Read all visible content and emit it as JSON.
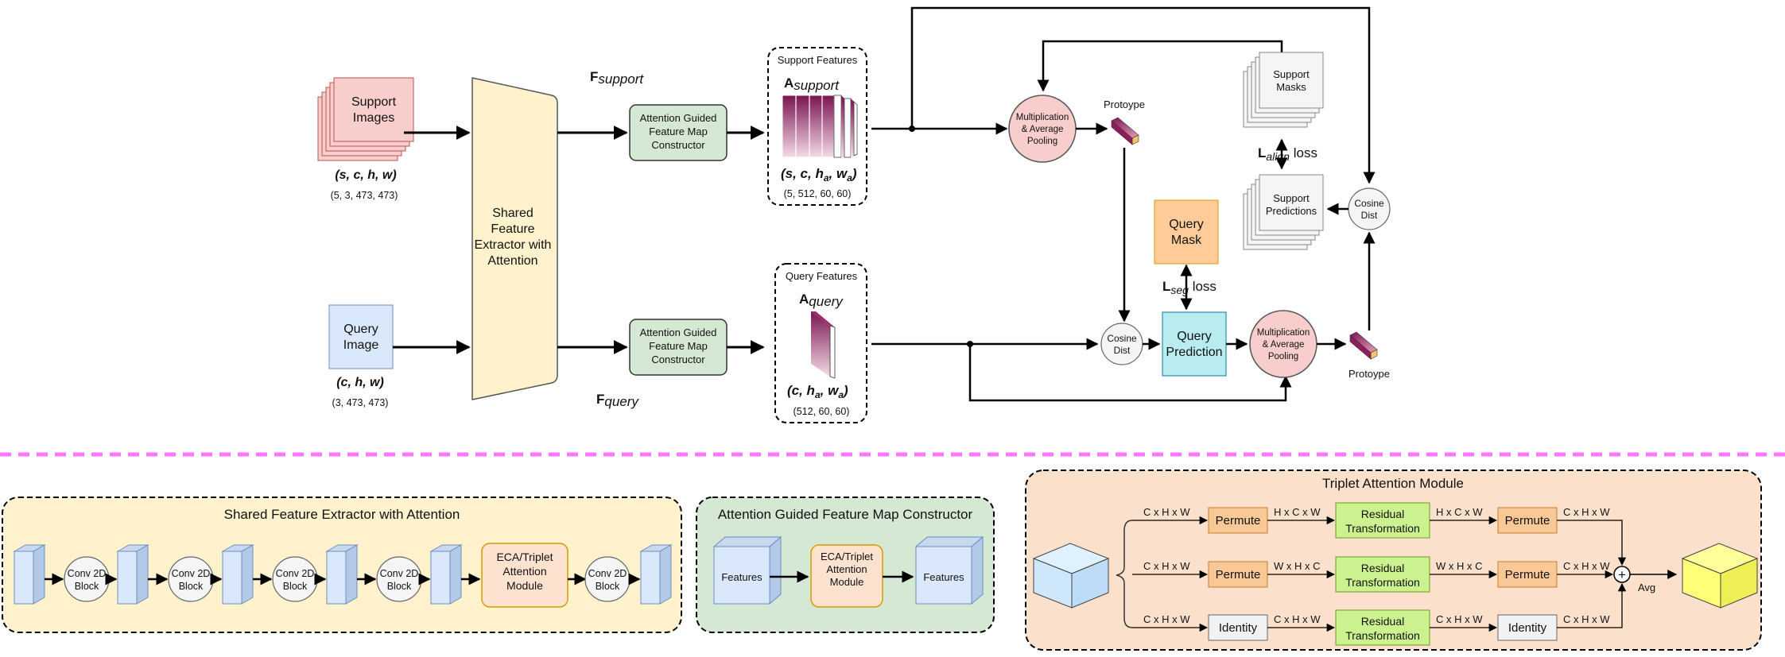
{
  "pipeline": {
    "support_images": [
      "Support",
      "Images"
    ],
    "support_dims": "(s, c, h, w)",
    "support_shape": "(5, 3, 473, 473)",
    "query_image": [
      "Query",
      "Image"
    ],
    "query_dims": "(c, h, w)",
    "query_shape": "(3, 473, 473)",
    "extractor": [
      "Shared",
      "Feature",
      "Extractor with",
      "Attention"
    ],
    "f_support": {
      "base": "F",
      "sub": "support"
    },
    "f_query": {
      "base": "F",
      "sub": "query"
    },
    "agfmc": [
      "Attention Guided",
      "Feature Map",
      "Constructor"
    ],
    "support_features_title": "Support Features",
    "a_support": {
      "base": "A",
      "sub": "support"
    },
    "support_feat_dims": {
      "a": "(s, c, h",
      "sub1": "a",
      "b": ", w",
      "sub2": "a",
      "c": ")"
    },
    "support_feat_shape": "(5, 512, 60, 60)",
    "query_features_title": "Query Features",
    "a_query": {
      "base": "A",
      "sub": "query"
    },
    "query_feat_dims": {
      "a": "(c, h",
      "sub1": "a",
      "b": ", w",
      "sub2": "a",
      "c": ")"
    },
    "query_feat_shape": "(512, 60, 60)",
    "map_top": [
      "Multiplication",
      "& Average",
      "Pooling"
    ],
    "map_bottom": [
      "Multiplication",
      "& Average",
      "Pooling"
    ],
    "protoype_top": "Protoype",
    "protoype_bottom": "Protoype",
    "support_masks": [
      "Support",
      "Masks"
    ],
    "l_align": {
      "base": "L",
      "sub": "align",
      "rest": " loss"
    },
    "support_predictions": [
      "Support",
      "Predictions"
    ],
    "cosine_right": [
      "Cosine",
      "Dist"
    ],
    "query_mask": [
      "Query",
      "Mask"
    ],
    "l_seg": {
      "base": "L",
      "sub": "seg",
      "rest": " loss"
    },
    "cosine_mid": [
      "Cosine",
      "Dist"
    ],
    "query_prediction": [
      "Query",
      "Prediction"
    ]
  },
  "panel_extractor": {
    "title": "Shared Feature Extractor with Attention",
    "conv_block": [
      "Conv 2D",
      "Block"
    ],
    "eca": [
      "ECA/Triplet",
      "Attention",
      "Module"
    ]
  },
  "panel_agfmc": {
    "title": "Attention Guided Feature Map Constructor",
    "features_in": "Features",
    "eca": [
      "ECA/Triplet",
      "Attention",
      "Module"
    ],
    "features_out": "Features"
  },
  "panel_triplet": {
    "title": "Triplet Attention Module",
    "rows": [
      {
        "in": "C x H x W",
        "op1": "Permute",
        "mid1": "H x C x W",
        "rt": [
          "Residual",
          "Transformation"
        ],
        "mid2": "H x C x W",
        "op2": "Permute",
        "out": "C x H x W"
      },
      {
        "in": "C x H x W",
        "op1": "Permute",
        "mid1": "W x H x C",
        "rt": [
          "Residual",
          "Transformation"
        ],
        "mid2": "W x H x C",
        "op2": "Permute",
        "out": "C x H x W"
      },
      {
        "in": "C x H x W",
        "op1": "Identity",
        "mid1": "C x H x W",
        "rt": [
          "Residual",
          "Transformation"
        ],
        "mid2": "C x H x W",
        "op2": "Identity",
        "out": "C x H x W"
      }
    ],
    "sum_symbol": "+",
    "avg": "Avg"
  },
  "colors": {
    "support_pink": "#f8cecc",
    "query_blue": "#dae8fc",
    "extractor_yellow": "#fff2cc",
    "agfmc_green": "#d5e8d4",
    "pool_pink": "#f8cecc",
    "query_mask_orange": "#ffcc99",
    "query_pred_teal": "#b9ecef",
    "divider_magenta": "#ff77ff",
    "panel_orange": "#fbe1cc",
    "permute_orange": "#f9c897",
    "residual_green": "#ccf28f",
    "cube_yellow": "#ffff88",
    "feature_maroon": "#8b1c57"
  }
}
